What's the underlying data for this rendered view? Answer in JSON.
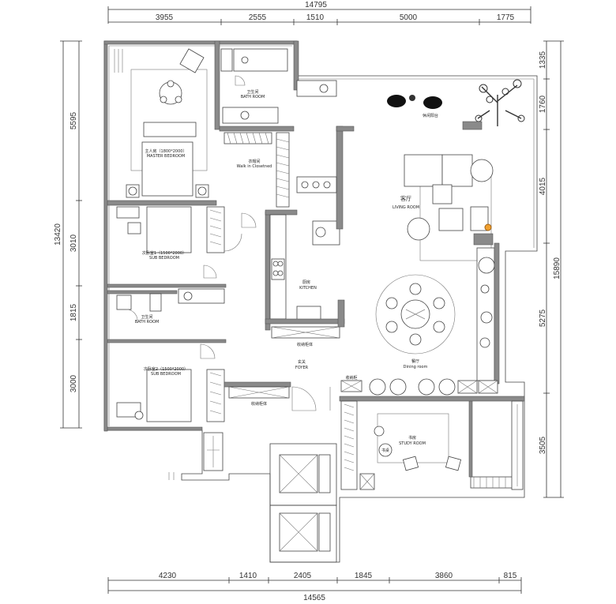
{
  "dimensions": {
    "top_total": "14795",
    "top_segments": [
      "3955",
      "2555",
      "1510",
      "5000",
      "1775"
    ],
    "left_total": "13420",
    "left_segments": [
      "5595",
      "3010",
      "1815",
      "3000"
    ],
    "right_total": "15890",
    "right_segments": [
      "1335",
      "1760",
      "4015",
      "5275",
      "3505"
    ],
    "bottom_total": "14565",
    "bottom_segments": [
      "4230",
      "1410",
      "2405",
      "1845",
      "3860",
      "815"
    ]
  },
  "rooms": {
    "master_bedroom_cn": "主人房（1800*2000）",
    "master_bedroom_en": "MASTER BEDROOM",
    "bath1_cn": "卫生间",
    "bath1_en": "BATH ROOM",
    "walkin_cn": "衣帽间",
    "walkin_en": "Walk in Closetned",
    "sub_bedroom1_cn": "次卧室1（1500*2000）",
    "sub_bedroom1_en": "SUB BEDROOM",
    "bath2_cn": "卫生间",
    "bath2_en": "BATH ROOM",
    "sub_bedroom2_cn": "次卧室2（1500*2000）",
    "sub_bedroom2_en": "SUB BEDROOM",
    "kitchen_cn": "厨房",
    "kitchen_en": "KITCHEN",
    "living_cn": "客厅",
    "living_en": "LIVING ROOM",
    "balcony_cn": "休闲阳台",
    "dining_cn": "餐厅",
    "dining_en": "Dining room",
    "foyer_cn": "玄关",
    "foyer_en": "FOYER",
    "study_cn": "书房",
    "study_en": "STUDY ROOM",
    "storage1_cn": "收纳柜体",
    "storage2_cn": "收纳柜体",
    "storage3_cn": "收纳柜",
    "desk_cn": "书桌"
  }
}
